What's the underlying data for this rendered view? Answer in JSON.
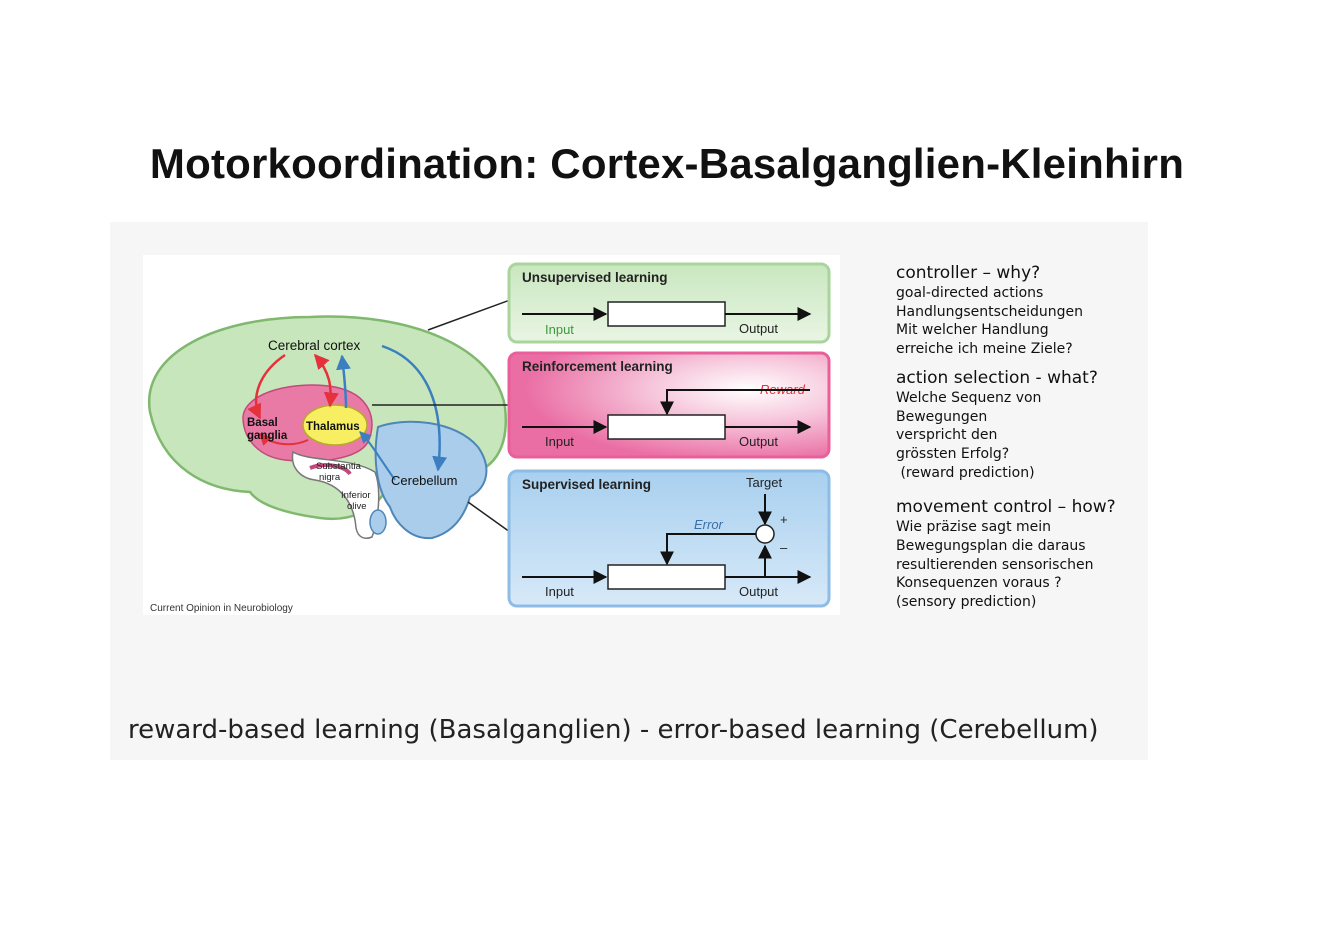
{
  "title": "Motorkoordination: Cortex-Basalganglien-Kleinhirn",
  "brain": {
    "cerebral_cortex": "Cerebral cortex",
    "basal_ganglia": [
      "Basal",
      "ganglia"
    ],
    "thalamus": "Thalamus",
    "substantia_nigra": [
      "Substantia",
      "nigra"
    ],
    "inferior_olive": [
      "Inferior",
      "olive"
    ],
    "cerebellum": "Cerebellum",
    "credit": "Current Opinion in Neurobiology"
  },
  "boxes": {
    "unsupervised": {
      "title": "Unsupervised learning",
      "input": "Input",
      "output": "Output",
      "color": "#a9d59c"
    },
    "reinforcement": {
      "title": "Reinforcement learning",
      "reward": "Reward",
      "input": "Input",
      "output": "Output",
      "color": "#e85f9a"
    },
    "supervised": {
      "title": "Supervised learning",
      "target": "Target",
      "error": "Error",
      "plus": "+",
      "minus": "–",
      "input": "Input",
      "output": "Output",
      "color": "#8dbde6"
    }
  },
  "notes": [
    {
      "heading": "controller – why?",
      "lines": [
        "goal-directed actions",
        "Handlungsentscheidungen",
        "Mit welcher Handlung",
        "erreiche ich meine Ziele?"
      ]
    },
    {
      "heading": "action selection - what?",
      "lines": [
        "Welche Sequenz von",
        "Bewegungen",
        "verspricht den",
        "grössten Erfolg?",
        " (reward prediction)"
      ]
    },
    {
      "heading": "movement control – how?",
      "lines": [
        "Wie präzise sagt mein",
        "Bewegungsplan die daraus",
        "resultierenden sensorischen",
        "Konsequenzen voraus ?",
        "(sensory prediction)"
      ]
    }
  ],
  "footer": "reward-based learning (Basalganglien) - error-based learning (Cerebellum)"
}
